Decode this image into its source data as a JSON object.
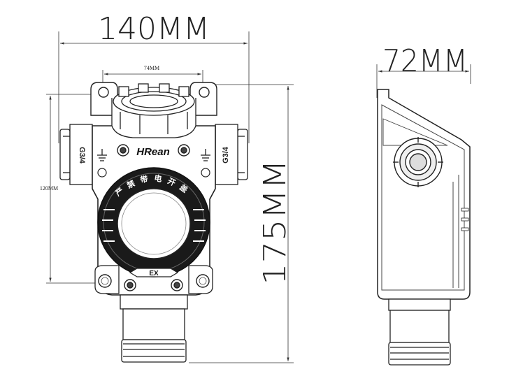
{
  "front_view": {
    "width_label": "140MM",
    "inner_width_label": "74MM",
    "height_label": "175MM",
    "mount_spacing_label": "120MM",
    "left_port_label": "G3/4",
    "right_port_label": "G3/4",
    "brand_label": "HRean",
    "chinese_label": "严禁带电开盖",
    "ex_label": "EX"
  },
  "side_view": {
    "depth_label": "72MM"
  }
}
